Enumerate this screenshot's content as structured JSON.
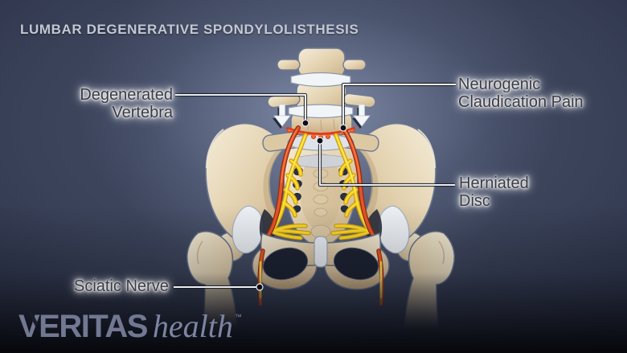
{
  "title": "LUMBAR DEGENERATIVE SPONDYLOLISTHESIS",
  "labels": {
    "degenerated_vertebra": {
      "line1": "Degenerated",
      "line2": "Vertebra"
    },
    "neurogenic_claudication": {
      "line1": "Neurogenic",
      "line2": "Claudication Pain"
    },
    "herniated_disc": {
      "line1": "Herniated",
      "line2": "Disc"
    },
    "sciatic_nerve": {
      "line1": "Sciatic Nerve"
    }
  },
  "logo": {
    "brand": "VERITAS",
    "suffix": "health",
    "trademark": "™"
  },
  "illustration": {
    "subject": "pelvis-and-lumbar-spine-front-view",
    "icons": [
      "down-arrow-icon",
      "down-arrow-icon",
      "leader-dot",
      "leader-dot",
      "leader-dot",
      "leader-dot"
    ]
  },
  "colors": {
    "background_center": "#47506b",
    "background_edge": "#141827",
    "bone": "#e6d6b4",
    "bone_shadow": "#c2a982",
    "disc_white": "#f2f5f8",
    "nerve_yellow": "#f8d922",
    "sciatic_orange": "#e65427",
    "inflammation_red": "#e03a17",
    "leg_glow": "#ffce1e",
    "label_text": "#3a3b40",
    "label_glow": "#ffffff",
    "title_text": "#c3c8d3",
    "leader_line": "#eceef2",
    "logo_brand": "#727892",
    "logo_suffix": "#7d85a2"
  }
}
